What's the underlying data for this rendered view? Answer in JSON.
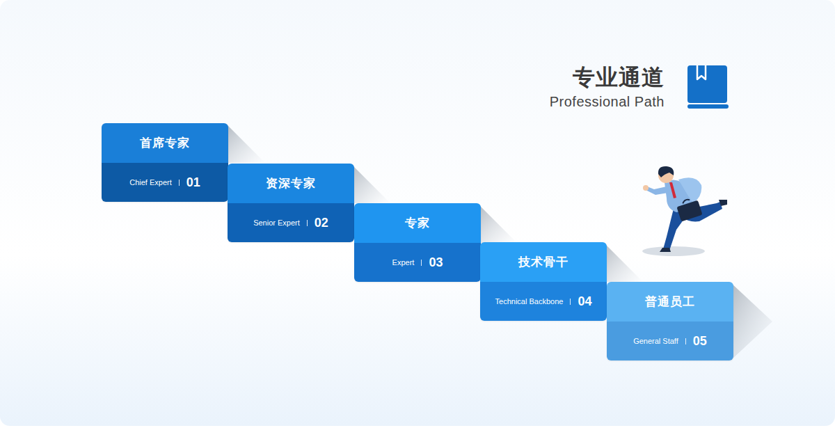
{
  "diagram": {
    "title": "专业通道",
    "nodes": [
      {
        "text": [
          "首席专家",
          "Chief Expert",
          "01"
        ]
      },
      {
        "text": [
          "资深专家",
          "Senior Expert",
          "02"
        ]
      },
      {
        "text": [
          "专家",
          "Expert",
          "03"
        ]
      },
      {
        "text": [
          "技术骨干",
          "Technical Backbone",
          "04"
        ]
      },
      {
        "text": [
          "普通员工",
          "General Staff",
          "05"
        ]
      }
    ],
    "labels": [
      "Professional Path"
    ]
  }
}
